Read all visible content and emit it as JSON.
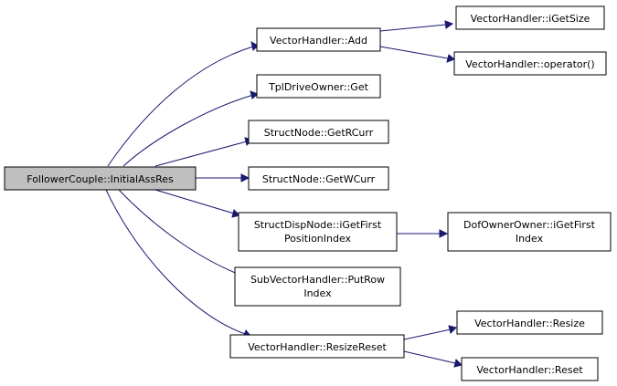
{
  "diagram": {
    "nodes": {
      "root": {
        "lines": [
          "FollowerCouple::InitialAssRes"
        ]
      },
      "add": {
        "lines": [
          "VectorHandler::Add"
        ]
      },
      "igetsize": {
        "lines": [
          "VectorHandler::iGetSize"
        ]
      },
      "operator": {
        "lines": [
          "VectorHandler::operator()"
        ]
      },
      "tplget": {
        "lines": [
          "TplDriveOwner::Get"
        ]
      },
      "getrcurr": {
        "lines": [
          "StructNode::GetRCurr"
        ]
      },
      "getwcurr": {
        "lines": [
          "StructNode::GetWCurr"
        ]
      },
      "igetfirst": {
        "lines": [
          "StructDispNode::iGetFirst",
          "PositionIndex"
        ]
      },
      "dofowner": {
        "lines": [
          "DofOwnerOwner::iGetFirst",
          "Index"
        ]
      },
      "putrow": {
        "lines": [
          "SubVectorHandler::PutRow",
          "Index"
        ]
      },
      "resizereset": {
        "lines": [
          "VectorHandler::ResizeReset"
        ]
      },
      "resize": {
        "lines": [
          "VectorHandler::Resize"
        ]
      },
      "reset": {
        "lines": [
          "VectorHandler::Reset"
        ]
      }
    },
    "edge_color": "#191970",
    "root_fill": "#bfbfbf"
  }
}
